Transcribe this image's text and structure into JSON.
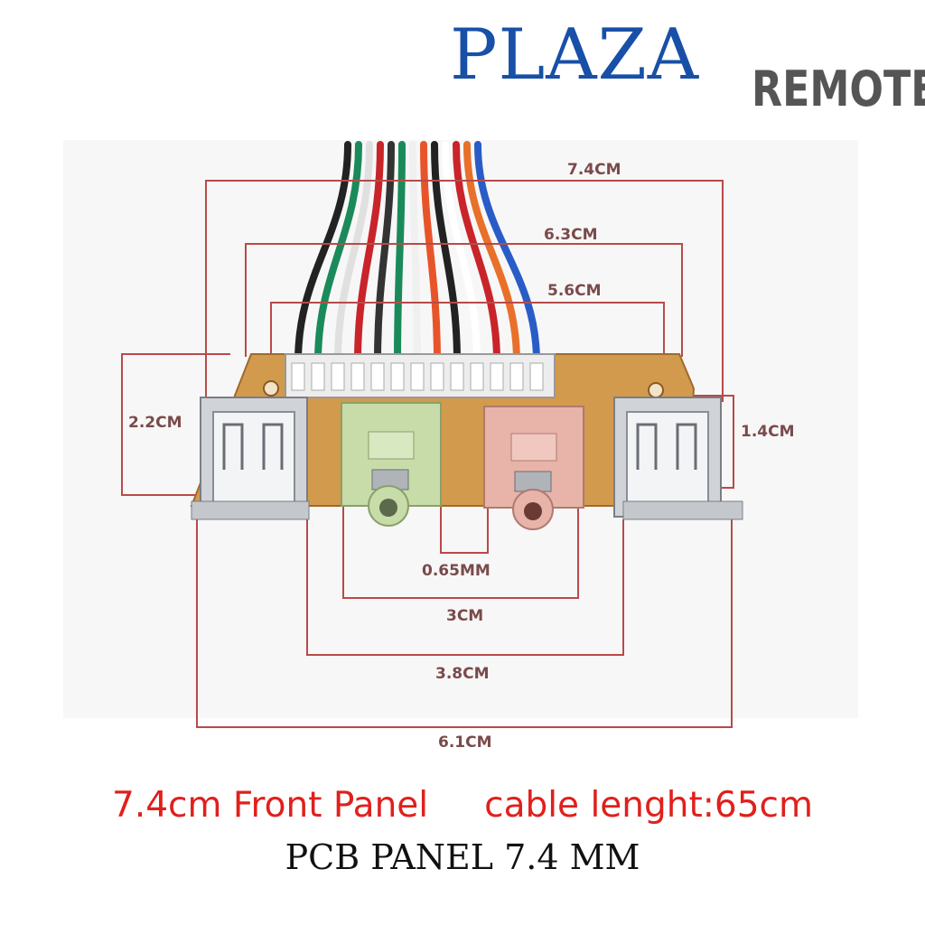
{
  "brand": {
    "name": "PLAZA",
    "suffix": "REMOTE",
    "name_color": "#1850a8",
    "suffix_color": "#555555"
  },
  "dimensions": {
    "board_width": "7.4CM",
    "top_mid": "6.3CM",
    "top_inner": "5.6CM",
    "left_height": "2.2CM",
    "right_height": "1.4CM",
    "jack_gap": "0.65MM",
    "jack_span": "3CM",
    "usb_inner_span": "3.8CM",
    "usb_outer_span": "6.1CM"
  },
  "caption": {
    "front_panel": "7.4cm Front Panel",
    "cable": "cable lenght:65cm",
    "color": "#e0201c"
  },
  "subtitle": "PCB PANEL 7.4 MM",
  "wire_colors": [
    "#222222",
    "#1b8a5a",
    "#e0e0e0",
    "#c8242a",
    "#333333",
    "#1b8a5a",
    "#f0f0f0",
    "#e8542a",
    "#222222",
    "#ffffff",
    "#c8242a",
    "#e8702a",
    "#2a5cc8"
  ],
  "parts": {
    "board_color": "#d29a4c",
    "jack_green_color": "#c8dcaa",
    "jack_pink_color": "#e8b4aa",
    "dimension_line_color": "#b84a4a"
  }
}
